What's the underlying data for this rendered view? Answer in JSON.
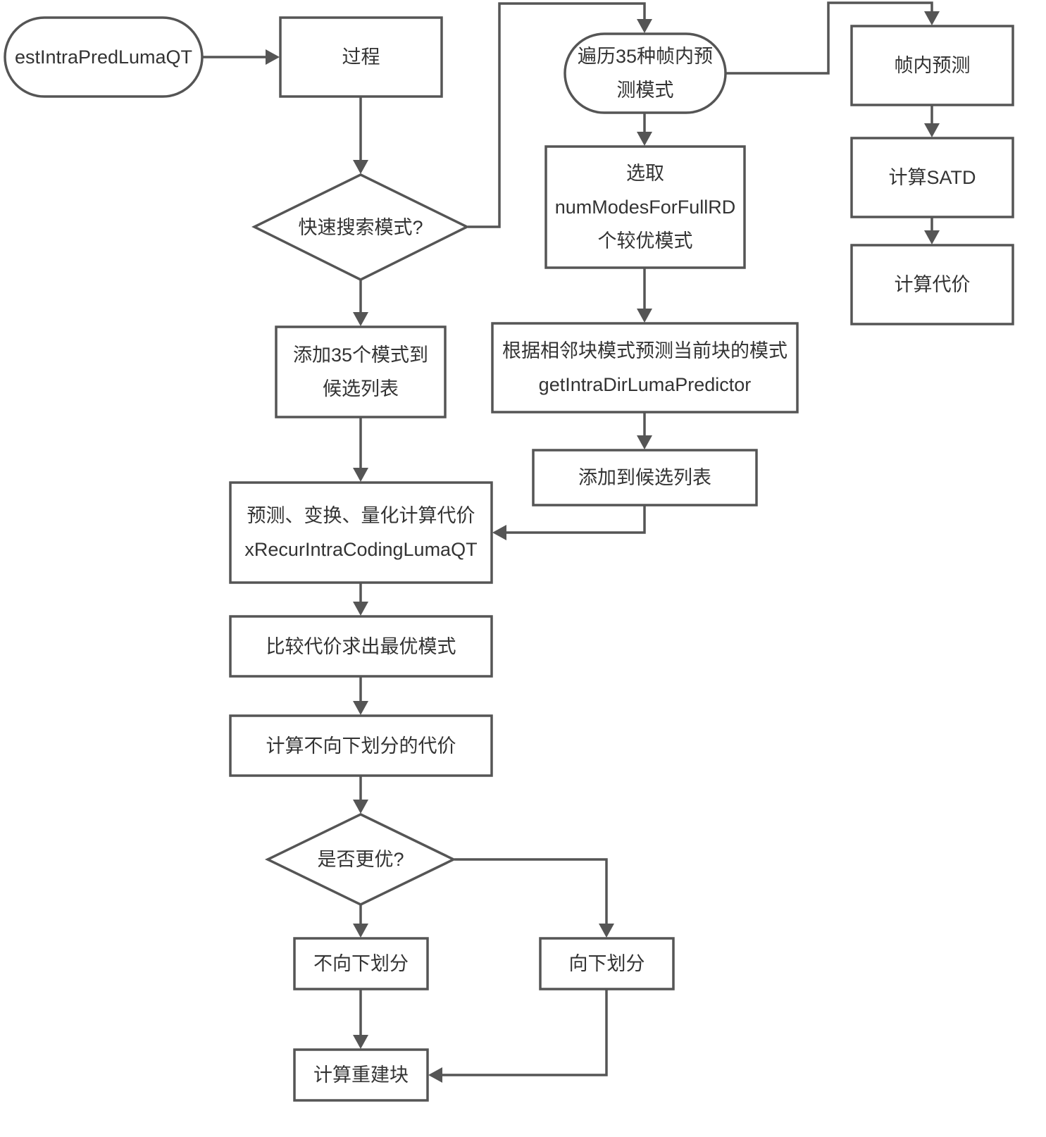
{
  "nodes": {
    "start": {
      "lines": [
        "estIntraPredLumaQT"
      ]
    },
    "process": {
      "lines": [
        "过程"
      ]
    },
    "fast_search": {
      "lines": [
        "快速搜索模式?"
      ]
    },
    "add_35_modes": {
      "lines": [
        "添加35个模式到",
        "候选列表"
      ]
    },
    "loop_35_modes": {
      "lines": [
        "遍历35种帧内预",
        "测模式"
      ]
    },
    "select_modes": {
      "lines": [
        "选取",
        "numModesForFullRD",
        "个较优模式"
      ]
    },
    "neighbor_predict": {
      "lines": [
        "根据相邻块模式预测当前块的模式",
        "getIntraDirLumaPredictor"
      ]
    },
    "add_to_list": {
      "lines": [
        "添加到候选列表"
      ]
    },
    "intra_pred": {
      "lines": [
        "帧内预测"
      ]
    },
    "calc_satd": {
      "lines": [
        "计算SATD"
      ]
    },
    "calc_cost_right": {
      "lines": [
        "计算代价"
      ]
    },
    "pred_transform": {
      "lines": [
        "预测、变换、量化计算代价",
        "xRecurIntraCodingLumaQT"
      ]
    },
    "compare_cost": {
      "lines": [
        "比较代价求出最优模式"
      ]
    },
    "no_split_cost": {
      "lines": [
        "计算不向下划分的代价"
      ]
    },
    "is_better": {
      "lines": [
        "是否更优?"
      ]
    },
    "no_split": {
      "lines": [
        "不向下划分"
      ]
    },
    "split": {
      "lines": [
        "向下划分"
      ]
    },
    "reconstruct": {
      "lines": [
        "计算重建块"
      ]
    }
  },
  "colors": {
    "stroke": "#555555",
    "text": "#333333",
    "fill": "#ffffff"
  }
}
